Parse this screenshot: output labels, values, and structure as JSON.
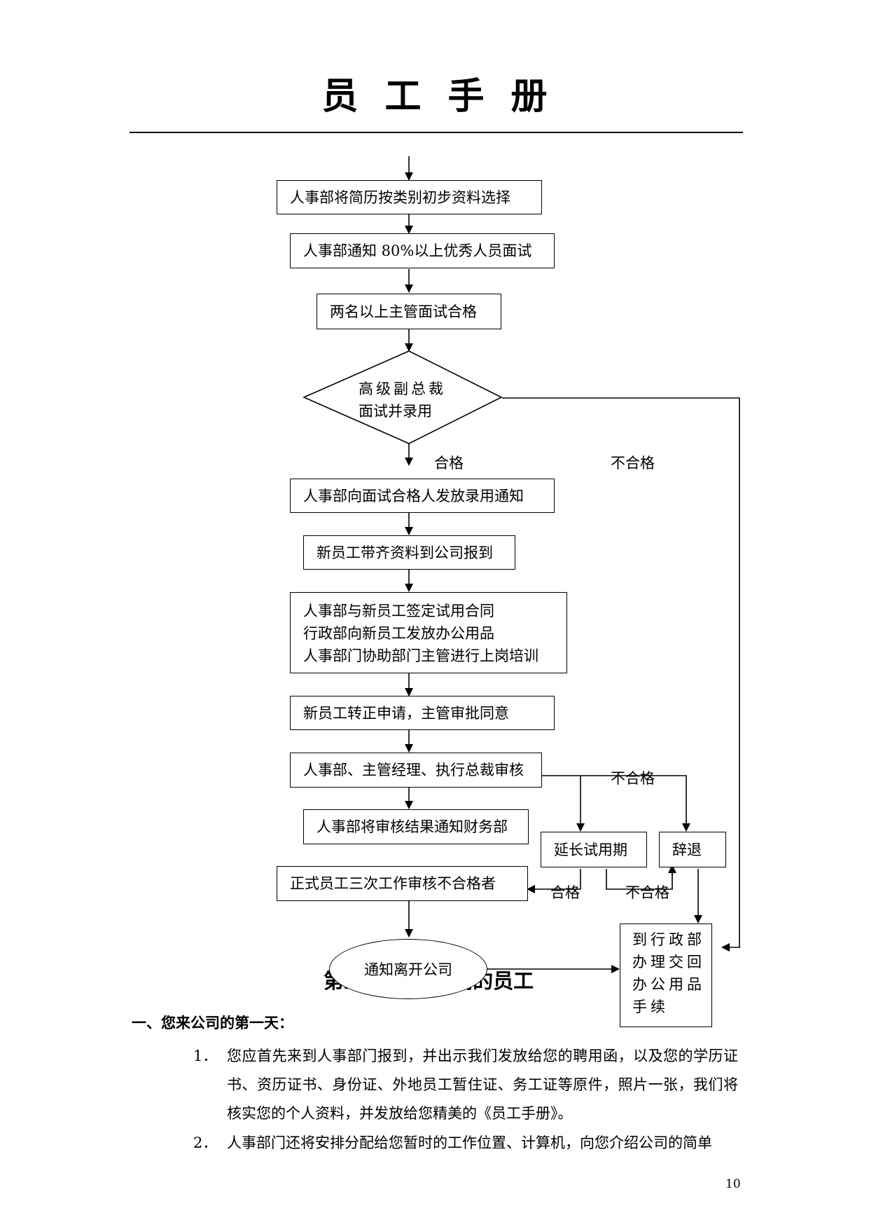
{
  "header": {
    "title": "员工手册"
  },
  "flowchart": {
    "step1": "人事部将简历按类别初步资料选择",
    "step2": "人事部通知 80%以上优秀人员面试",
    "step3": "两名以上主管面试合格",
    "decision_line1": "高级副总裁",
    "decision_line2": "面试并录用",
    "label_pass": "合格",
    "label_fail": "不合格",
    "step4": "人事部向面试合格人发放录用通知",
    "step5": "新员工带齐资料到公司报到",
    "step6_lines": [
      "人事部与新员工签定试用合同",
      "行政部向新员工发放办公用品",
      "人事部门协助部门主管进行上岗培训"
    ],
    "step7": "新员工转正申请，主管审批同意",
    "step8": "人事部、主管经理、执行总裁审核",
    "label_fail_2": "不合格",
    "step9": "人事部将审核结果通知财务部",
    "extend_probation": "延长试用期",
    "dismiss": "辞退",
    "step10": "正式员工三次工作审核不合格者",
    "label_pass_2": "合格",
    "label_fail_3": "不合格",
    "notify_leave": "通知离开公司",
    "return_supplies_lines": [
      "到行政部",
      "办理交回",
      "办公用品",
      "手续"
    ]
  },
  "section": {
    "title": "第三节 试用期间的员工",
    "subheading": "一、您来公司的第一天：",
    "items": [
      {
        "num": "1．",
        "text": "您应首先来到人事部门报到，并出示我们发放给您的聘用函，以及您的学历证书、资历证书、身份证、外地员工暂住证、务工证等原件，照片一张，我们将核实您的个人资料，并发放给您精美的《员工手册》。"
      },
      {
        "num": "2．",
        "text": "人事部门还将安排分配给您暂时的工作位置、计算机，向您介绍公司的简单"
      }
    ]
  },
  "footer": {
    "page_number": "10"
  }
}
